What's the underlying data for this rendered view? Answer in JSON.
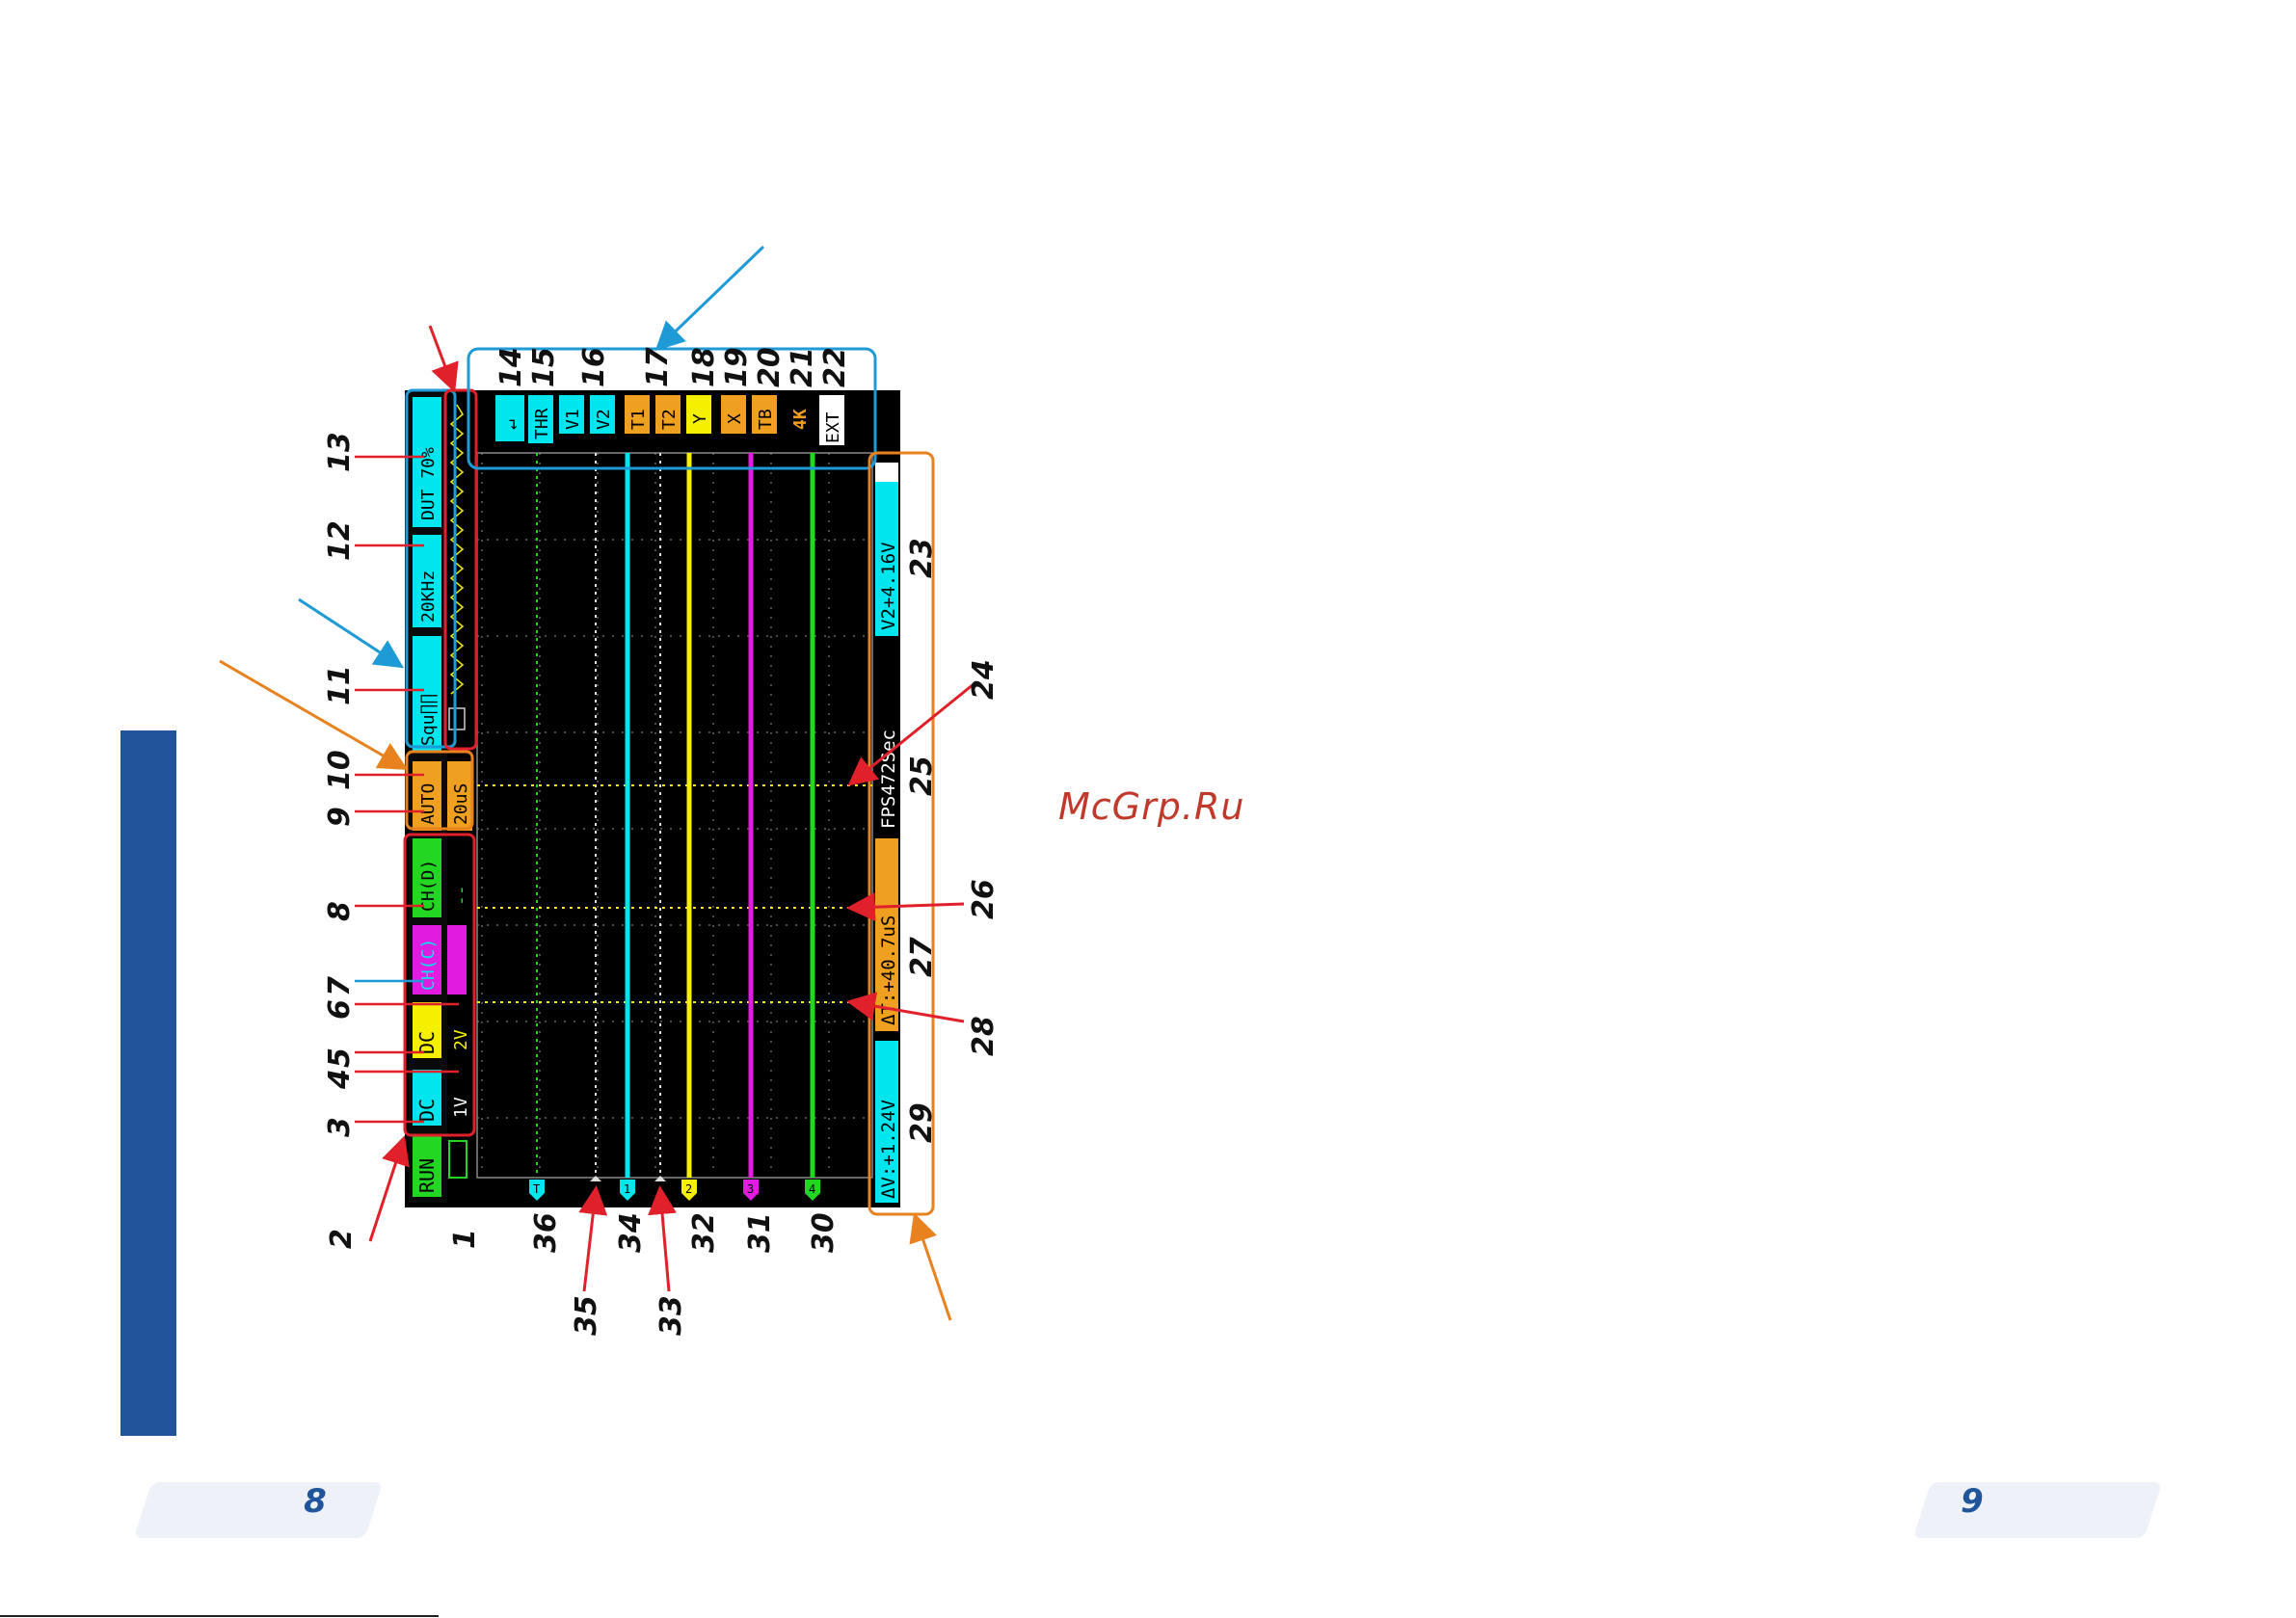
{
  "watermark": "McGrp.Ru",
  "page_left_number": "8",
  "page_right_number": "9",
  "screen": {
    "status_bar": [
      "RUN",
      "DC",
      "DC",
      "CH(C)",
      "CH(D)",
      "AUTO",
      "Squ∏∏",
      "20KHz",
      "DUT 70%"
    ],
    "ch_a_scale": "1V",
    "ch_b_scale": "2V",
    "timebase": "20uS",
    "ch_d_value": "--",
    "menu_items": [
      "↵",
      "THR",
      "V1",
      "V2",
      "T1",
      "T2",
      "Y",
      "X",
      "TB",
      "4K",
      "EXT"
    ],
    "v2_readout": "V2+4.16V",
    "fps_readout": "FPS472Sec",
    "dt_readout": "ΔT:+40.7uS",
    "dv_readout": "ΔV:+1.24V",
    "trace_markers": [
      "T",
      "1",
      "2",
      "3",
      "4"
    ]
  },
  "callouts": {
    "bottom": [
      "2",
      "1",
      "36",
      "34",
      "32",
      "31",
      "30"
    ],
    "bottom_lower": [
      "35",
      "33"
    ],
    "left": [
      "13",
      "12",
      "11",
      "10",
      "9",
      "8",
      "7",
      "6",
      "5",
      "4",
      "3"
    ],
    "top": [
      "14",
      "15",
      "16",
      "17",
      "18",
      "19",
      "20",
      "21",
      "22"
    ],
    "right": [
      "23",
      "24",
      "25",
      "26",
      "27",
      "28",
      "29"
    ]
  },
  "colors": {
    "cyan": "#00e5ee",
    "yellow": "#f5f000",
    "magenta": "#e01ce0",
    "green": "#22d622",
    "orange": "#f0a020",
    "frame_blue": "#1e9ad6",
    "frame_orange": "#e8821e",
    "frame_red": "#e0202a",
    "sidebar": "#21559b"
  }
}
